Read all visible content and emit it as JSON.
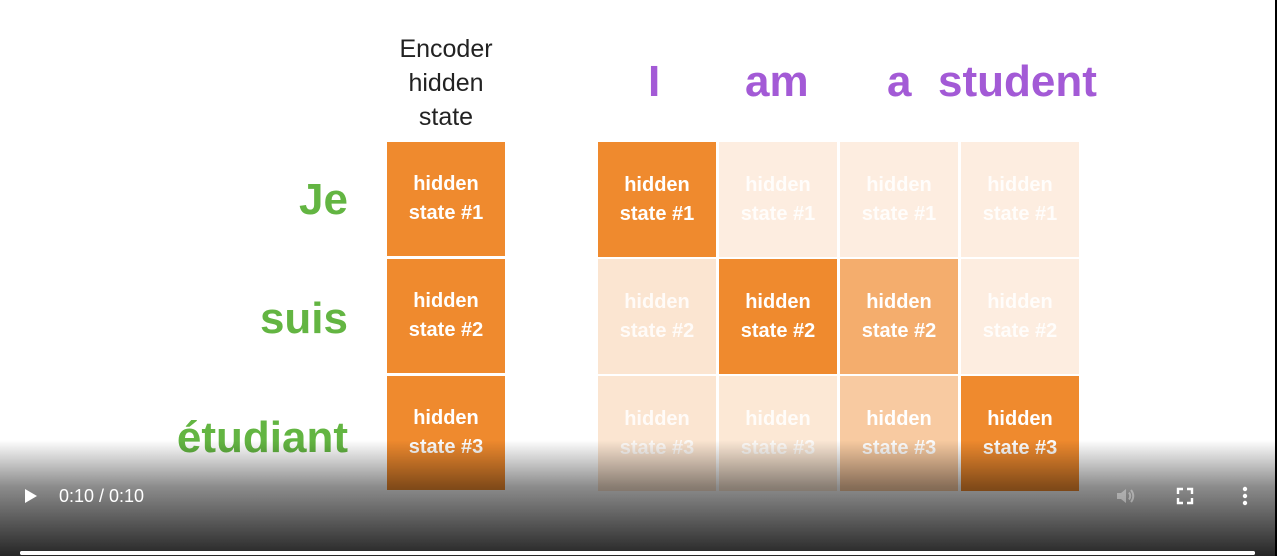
{
  "video": {
    "slide": {
      "encoder_label": "Encoder\nhidden\nstate",
      "target_words": [
        "I",
        "am",
        "a",
        "student"
      ],
      "source_words": [
        "Je",
        "suis",
        "étudiant"
      ],
      "encoder_cells": [
        "hidden\nstate #1",
        "hidden\nstate #2",
        "hidden\nstate #3"
      ],
      "attention_rows": [
        [
          {
            "label": "hidden\nstate #1",
            "weight": 1.0
          },
          {
            "label": "hidden\nstate #1",
            "weight": 0.15
          },
          {
            "label": "hidden\nstate #1",
            "weight": 0.15
          },
          {
            "label": "hidden\nstate #1",
            "weight": 0.15
          }
        ],
        [
          {
            "label": "hidden\nstate #2",
            "weight": 0.22
          },
          {
            "label": "hidden\nstate #2",
            "weight": 1.0
          },
          {
            "label": "hidden\nstate #2",
            "weight": 0.7
          },
          {
            "label": "hidden\nstate #2",
            "weight": 0.15
          }
        ],
        [
          {
            "label": "hidden\nstate #3",
            "weight": 0.22
          },
          {
            "label": "hidden\nstate #3",
            "weight": 0.2
          },
          {
            "label": "hidden\nstate #3",
            "weight": 0.45
          },
          {
            "label": "hidden\nstate #3",
            "weight": 1.0
          }
        ]
      ],
      "colors": {
        "encoder_cell": "#ef8a2e",
        "target_word": "#a35ad6",
        "source_word": "#63b542",
        "cell_text": "#ffffff"
      }
    },
    "controls": {
      "current_time": "0:10",
      "duration": "0:10",
      "time_display": "0:10 / 0:10",
      "progress": 1.0,
      "icons": {
        "play": "play-icon",
        "volume": "volume-muted-icon",
        "fullscreen": "fullscreen-icon",
        "more": "more-options-icon"
      }
    }
  }
}
